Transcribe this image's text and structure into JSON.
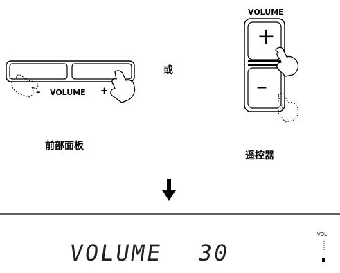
{
  "front_panel": {
    "minus": "–",
    "volume": "VOLUME",
    "plus": "+",
    "caption": "前部面板"
  },
  "or_text": "或",
  "remote": {
    "volume": "VOLUME",
    "plus": "+",
    "minus": "–",
    "caption": "遥控器"
  },
  "arrow_icon": "down-arrow-icon",
  "display": {
    "text": "VOLUME",
    "value": "30",
    "vol_indicator": "VOL"
  }
}
